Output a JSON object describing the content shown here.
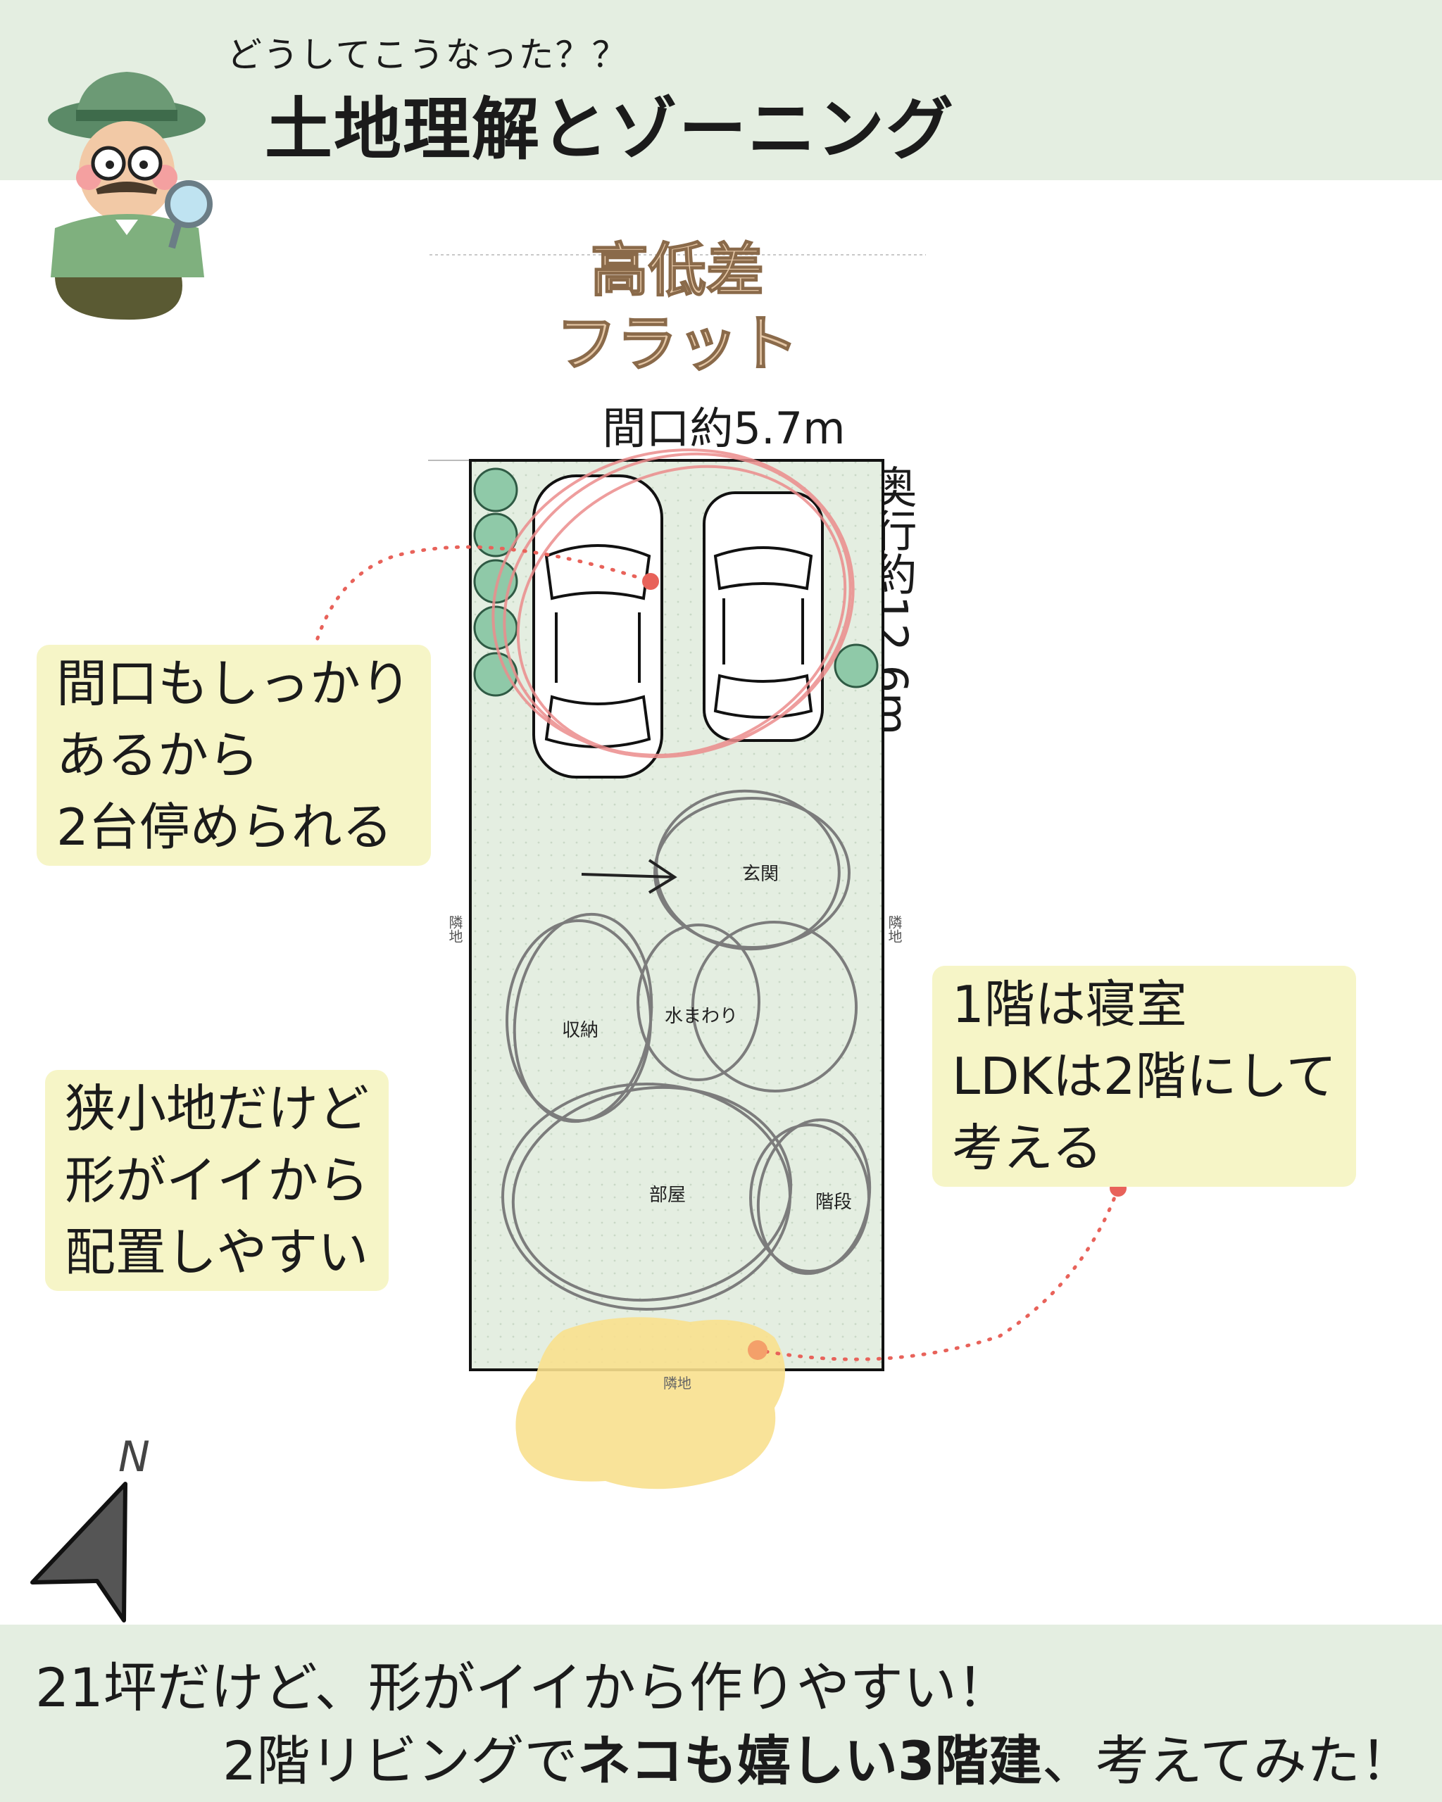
{
  "header": {
    "subtitle": "どうしてこうなった？？",
    "title": "土地理解とゾーニング"
  },
  "terrain": {
    "heading": "高低差",
    "value": "フラット"
  },
  "dimensions": {
    "frontage": "間口約5.7m",
    "depth": "奥行約12.6m"
  },
  "site_labels": {
    "left_neighbor": "隣地",
    "right_neighbor": "隣地",
    "bottom_neighbor": "隣地"
  },
  "zones": {
    "entrance": "玄関",
    "storage": "収納",
    "water": "水まわり",
    "room": "部屋",
    "stairs": "階段"
  },
  "callouts": {
    "parking": [
      "間口もしっかり",
      "あるから",
      "2台停められる"
    ],
    "shape": [
      "狭小地だけど",
      "形がイイから",
      "配置しやすい"
    ],
    "floors": [
      "1階は寝室",
      "LDKは2階にして",
      "考える"
    ]
  },
  "compass": {
    "label": "N"
  },
  "footer": {
    "line1": "21坪だけど、形がイイから作りやすい！",
    "line2_start": "2階リビングで",
    "line2_bold": "ネコも嬉しい3階建",
    "line2_end": "、考えてみた！"
  },
  "colors": {
    "band": "#e4eee1",
    "callout": "#f6f5c7",
    "site": "#e4eee1",
    "terrain_text": "#e5c7a6",
    "accent_dot": "#e8625a",
    "highlight": "#f8e08e"
  }
}
